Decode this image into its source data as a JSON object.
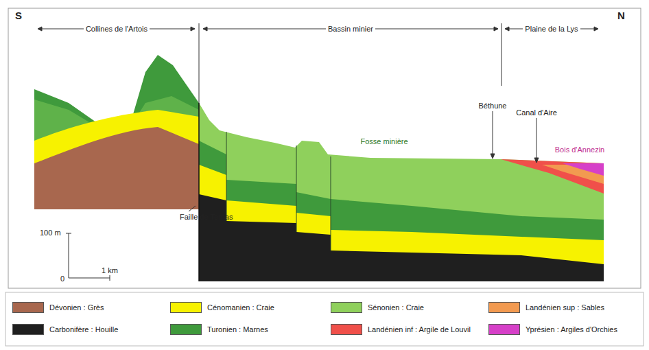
{
  "diagram": {
    "labels": [
      "S",
      "N",
      "Collines de l'Artois",
      "Bassin minier",
      "Plaine de la Lys",
      "Faille de Ternas",
      "Béthune",
      "Canal d'Aire",
      "Fosse minière",
      "Bois d'Annezin",
      "100 m",
      "0",
      "1 km"
    ],
    "legend": [
      {
        "text": "Dévonien : Grès",
        "color": "#a8674e"
      },
      {
        "text": "Carbonifère : Houille",
        "color": "#1f1f1f"
      },
      {
        "text": "Cénomanien : Craie",
        "color": "#f7f200"
      },
      {
        "text": "Turonien : Marnes",
        "color": "#3f9a3c"
      },
      {
        "text": "Sénonien : Craie",
        "color": "#8fd05c"
      },
      {
        "text": "Landénien inf : Argile de Louvil",
        "color": "#f0504a"
      },
      {
        "text": "Landénien sup : Sables",
        "color": "#f29a50"
      },
      {
        "text": "Yprésien : Argiles d'Orchies",
        "color": "#d640c8"
      }
    ]
  }
}
